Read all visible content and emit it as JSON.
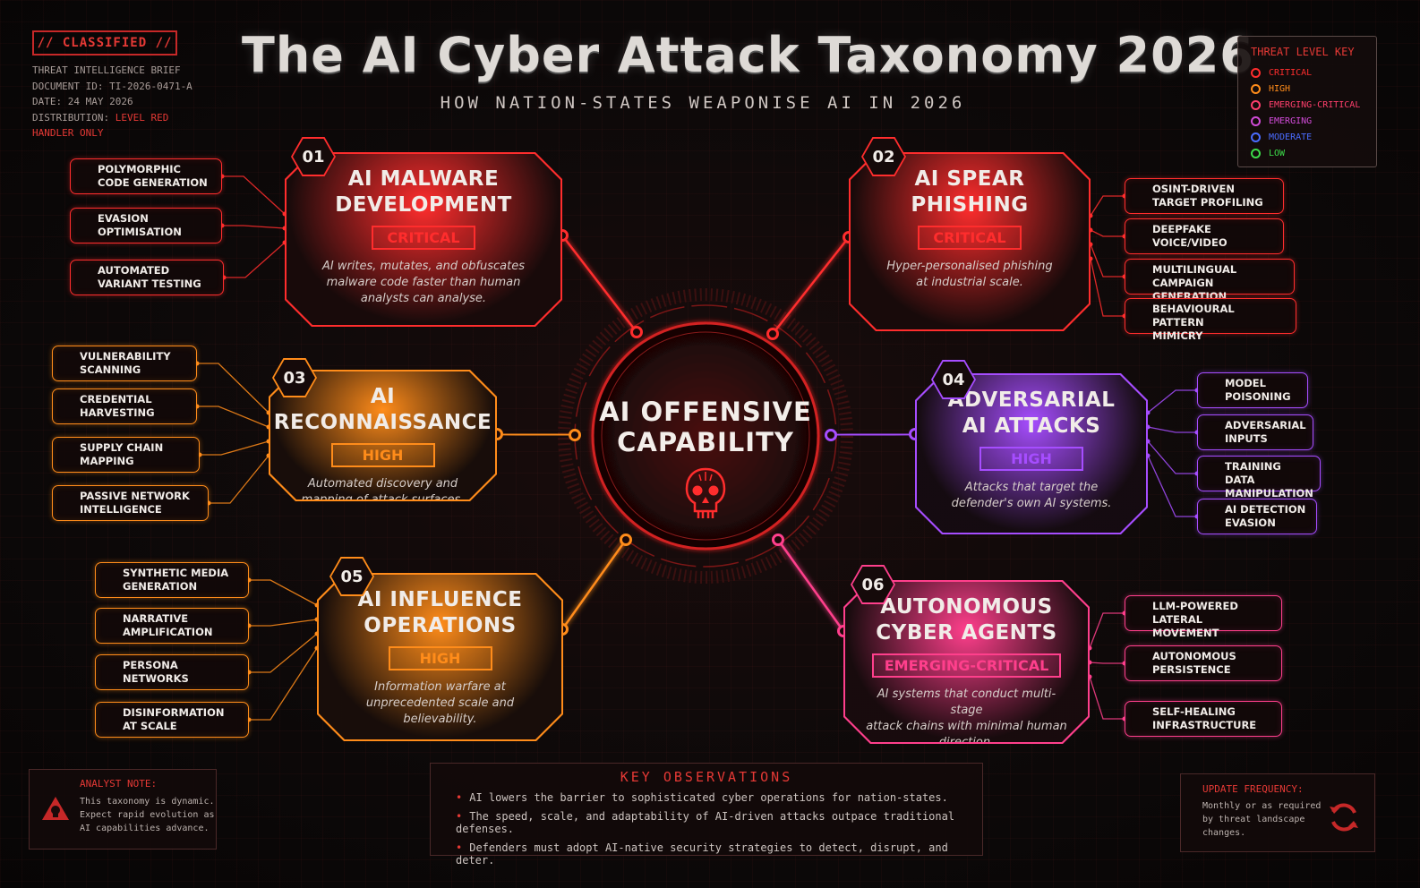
{
  "header": {
    "classified": "// CLASSIFIED //",
    "brief": "THREAT INTELLIGENCE BRIEF",
    "doc_id": "DOCUMENT ID: TI-2026-0471-A",
    "date": "DATE: 24 MAY 2026",
    "distribution_label": "DISTRIBUTION:",
    "distribution_value": "LEVEL RED",
    "handler": "HANDLER ONLY",
    "title": "The AI Cyber Attack Taxonomy 2026",
    "subtitle": "HOW NATION-STATES WEAPONISE AI IN 2026"
  },
  "legend": {
    "title": "THREAT LEVEL KEY",
    "items": [
      {
        "label": "CRITICAL",
        "color": "#ff2d2d"
      },
      {
        "label": "HIGH",
        "color": "#ff8c1a"
      },
      {
        "label": "EMERGING-CRITICAL",
        "color": "#ff3f6c"
      },
      {
        "label": "EMERGING",
        "color": "#d14bd8"
      },
      {
        "label": "MODERATE",
        "color": "#4a6cff"
      },
      {
        "label": "LOW",
        "color": "#3ddc4a"
      }
    ]
  },
  "center": {
    "line1": "AI OFFENSIVE",
    "line2": "CAPABILITY",
    "icon": "skull-circuit-icon"
  },
  "categories": [
    {
      "num": "01",
      "title1": "AI MALWARE",
      "title2": "DEVELOPMENT",
      "level": "CRITICAL",
      "color": "#ff2d2d",
      "desc1": "AI writes, mutates, and obfuscates",
      "desc2": "malware code faster than human",
      "desc3": "analysts can analyse.",
      "tags": [
        {
          "l1": "POLYMORPHIC",
          "l2": "CODE GENERATION"
        },
        {
          "l1": "EVASION",
          "l2": "OPTIMISATION"
        },
        {
          "l1": "AUTOMATED",
          "l2": "VARIANT TESTING"
        }
      ]
    },
    {
      "num": "02",
      "title1": "AI SPEAR",
      "title2": "PHISHING",
      "level": "CRITICAL",
      "color": "#ff2d2d",
      "desc1": "Hyper-personalised phishing",
      "desc2": "at industrial scale.",
      "desc3": "",
      "tags": [
        {
          "l1": "OSINT-DRIVEN",
          "l2": "TARGET PROFILING"
        },
        {
          "l1": "DEEPFAKE",
          "l2": "VOICE/VIDEO"
        },
        {
          "l1": "MULTILINGUAL",
          "l2": "CAMPAIGN GENERATION"
        },
        {
          "l1": "BEHAVIOURAL PATTERN",
          "l2": "MIMICRY"
        }
      ]
    },
    {
      "num": "03",
      "title1": "AI",
      "title2": "RECONNAISSANCE",
      "level": "HIGH",
      "color": "#ff8c1a",
      "desc1": "Automated discovery and",
      "desc2": "mapping of attack surfaces.",
      "desc3": "",
      "tags": [
        {
          "l1": "VULNERABILITY",
          "l2": "SCANNING"
        },
        {
          "l1": "CREDENTIAL",
          "l2": "HARVESTING"
        },
        {
          "l1": "SUPPLY CHAIN",
          "l2": "MAPPING"
        },
        {
          "l1": "PASSIVE NETWORK",
          "l2": "INTELLIGENCE"
        }
      ]
    },
    {
      "num": "04",
      "title1": "ADVERSARIAL",
      "title2": "AI ATTACKS",
      "level": "HIGH",
      "color": "#a64dff",
      "desc1": "Attacks that target the",
      "desc2": "defender's own AI systems.",
      "desc3": "",
      "tags": [
        {
          "l1": "MODEL",
          "l2": "POISONING"
        },
        {
          "l1": "ADVERSARIAL",
          "l2": "INPUTS"
        },
        {
          "l1": "TRAINING DATA",
          "l2": "MANIPULATION"
        },
        {
          "l1": "AI DETECTION",
          "l2": "EVASION"
        }
      ]
    },
    {
      "num": "05",
      "title1": "AI INFLUENCE",
      "title2": "OPERATIONS",
      "level": "HIGH",
      "color": "#ff8c1a",
      "desc1": "Information warfare at",
      "desc2": "unprecedented scale and",
      "desc3": "believability.",
      "tags": [
        {
          "l1": "SYNTHETIC MEDIA",
          "l2": "GENERATION"
        },
        {
          "l1": "NARRATIVE",
          "l2": "AMPLIFICATION"
        },
        {
          "l1": "PERSONA",
          "l2": "NETWORKS"
        },
        {
          "l1": "DISINFORMATION",
          "l2": "AT SCALE"
        }
      ]
    },
    {
      "num": "06",
      "title1": "AUTONOMOUS",
      "title2": "CYBER AGENTS",
      "level": "EMERGING-CRITICAL",
      "color": "#ff3f8c",
      "desc1": "AI systems that conduct multi-stage",
      "desc2": "attack chains with minimal human",
      "desc3": "direction.",
      "tags": [
        {
          "l1": "LLM-POWERED",
          "l2": "LATERAL MOVEMENT"
        },
        {
          "l1": "AUTONOMOUS",
          "l2": "PERSISTENCE"
        },
        {
          "l1": "SELF-HEALING",
          "l2": "INFRASTRUCTURE"
        }
      ]
    }
  ],
  "analyst": {
    "title": "ANALYST NOTE:",
    "l1": "This taxonomy is dynamic.",
    "l2": "Expect rapid evolution as",
    "l3": "AI capabilities advance.",
    "icon": "warning-skull-icon"
  },
  "observations": {
    "title": "KEY OBSERVATIONS",
    "items": [
      "AI lowers the barrier to sophisticated cyber operations for nation-states.",
      "The speed, scale, and adaptability of AI-driven attacks outpace traditional defenses.",
      "Defenders must adopt AI-native security strategies to detect, disrupt, and deter."
    ]
  },
  "update": {
    "title": "UPDATE FREQUENCY:",
    "l1": "Monthly or as required",
    "l2": "by threat landscape",
    "l3": "changes.",
    "icon": "refresh-icon"
  }
}
